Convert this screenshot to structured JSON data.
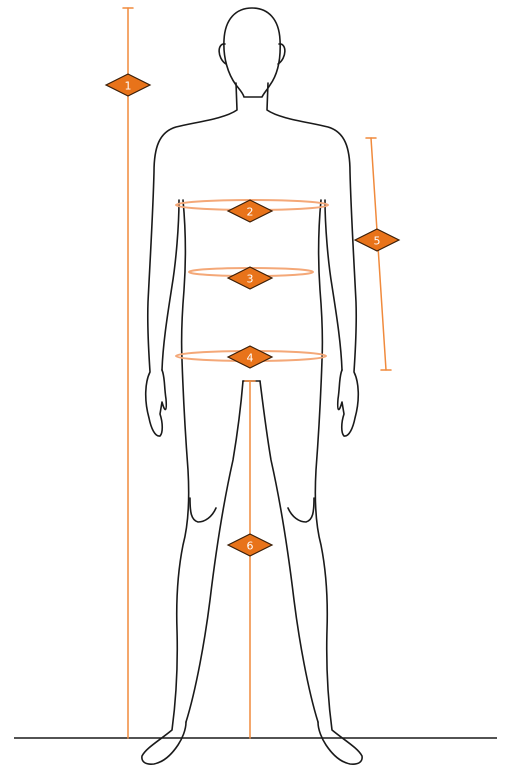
{
  "colors": {
    "accent": "#f08a3c",
    "ring": "#f4a878",
    "marker_fill": "#e8731a",
    "marker_stroke": "#3a1e08",
    "label": "#ffffff",
    "outline": "#1a1a1a"
  },
  "figure": {
    "subject": "standing-human-figure-front-view"
  },
  "markers": [
    {
      "label": "1"
    },
    {
      "label": "2"
    },
    {
      "label": "3"
    },
    {
      "label": "4"
    },
    {
      "label": "5"
    },
    {
      "label": "6"
    }
  ]
}
